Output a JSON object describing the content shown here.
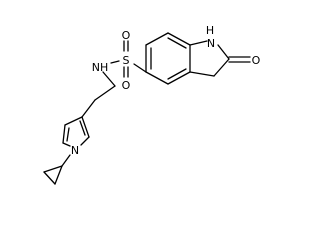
{
  "molecule": {
    "labels": {
      "nh_ring": "H",
      "n_ring": "N",
      "o_carbonyl": "O",
      "s": "S",
      "o_top": "O",
      "o_bottom": "O",
      "nh_sulfonamide": "NH",
      "n_pyrrole": "N"
    },
    "colors": {
      "bond": "#000000",
      "text": "#000000",
      "background": "#ffffff"
    }
  }
}
